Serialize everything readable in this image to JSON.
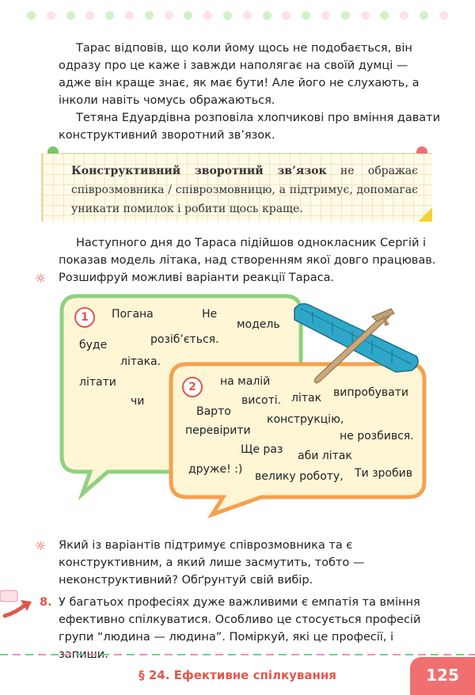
{
  "text": {
    "p1": "Тарас відповів, що коли йому щось не подобається, він одразу про це каже і завжди наполягає на своїй думці — адже він краще знає, як має бути! Але його не слухають, а інколи навіть чомусь ображаються.",
    "p2": "Тетяна Едуардівна розповіла хлопчикові про вміння давати конструктивний зворотний зв’язок.",
    "def_term": "Конструктивний зворотний зв’язок",
    "def_rest": " не ображає співрозмовника / співрозмовницю, а підтримує, допомагає уникати помилок і робити щось краще.",
    "p3": "Наступного дня до Тараса підійшов однокласник Сергій і показав модель літака, над створенням якої довго працював.",
    "task1": "Розшифруй можливі варіанти реакції Тараса.",
    "task2": "Який із варіантів підтримує співрозмовника та є конструктивним, а який лише засмутить, тобто — неконструктивний? Обґрунтуй свій вибір.",
    "task8_num": "8.",
    "task8": "У багатьох професіях дуже важливими є емпатія та вміння ефективно спілкуватися. Особливо це стосується професій групи “людина — людина”. Поміркуй, які це професії, і запиши."
  },
  "bubble1": {
    "number": "1",
    "words": [
      "Погана",
      "Не",
      "модель",
      "буде",
      "розіб’ється.",
      "літака.",
      "літати",
      "чи"
    ]
  },
  "bubble2": {
    "number": "2",
    "words": [
      "на малій",
      "висоті.",
      "літак",
      "випробувати",
      "Варто",
      "конструкцію,",
      "перевірити",
      "не розбився.",
      "Ще раз",
      "аби літак",
      "друже! :)",
      "велику роботу,",
      "Ти зробив"
    ]
  },
  "footer": {
    "title": "§ 24. Ефективне спілкування",
    "page": "125"
  },
  "colors": {
    "accent": "#e2574c",
    "bubble1_border": "#8fd17e",
    "bubble2_border": "#f6a04d",
    "bubble_fill": "#fff6d6"
  },
  "icons": {
    "task": "sun-icon",
    "airplane": "airplane-model-icon",
    "arrow": "arrow-icon"
  }
}
